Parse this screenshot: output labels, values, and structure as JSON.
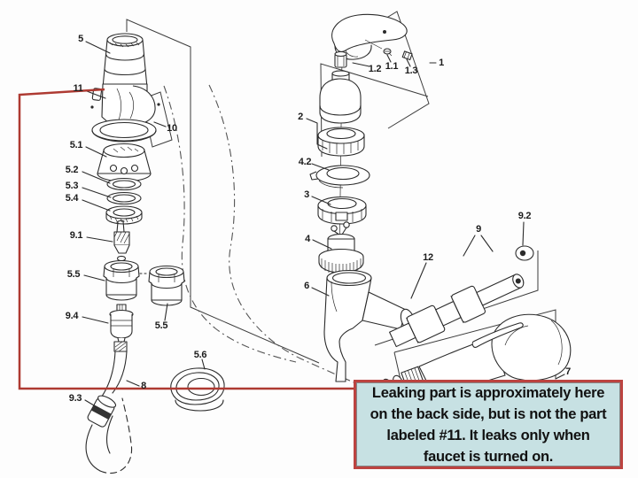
{
  "diagram": {
    "description": "Exploded parts diagram of a single-handle pull-out kitchen faucet",
    "highlight_color": "#ae3a32",
    "labels": [
      {
        "text": "5"
      },
      {
        "text": "11"
      },
      {
        "text": "10"
      },
      {
        "text": "5.1"
      },
      {
        "text": "5.2"
      },
      {
        "text": "5.3"
      },
      {
        "text": "5.4"
      },
      {
        "text": "9.1"
      },
      {
        "text": "5.5"
      },
      {
        "text": "9.4"
      },
      {
        "text": "5.5"
      },
      {
        "text": "5.6"
      },
      {
        "text": "8"
      },
      {
        "text": "9.3"
      },
      {
        "text": "1"
      },
      {
        "text": "1.1"
      },
      {
        "text": "1.2"
      },
      {
        "text": "1.3"
      },
      {
        "text": "2"
      },
      {
        "text": "4.2"
      },
      {
        "text": "3"
      },
      {
        "text": "4"
      },
      {
        "text": "6"
      },
      {
        "text": "12"
      },
      {
        "text": "9"
      },
      {
        "text": "9.2"
      },
      {
        "text": "7"
      }
    ]
  },
  "callout": {
    "background_color": "#c7e1e3",
    "border_color": "#bc4340",
    "lines": [
      "Leaking part is approximately here",
      "on the back side,  but is not the part",
      "labeled #11. It leaks only when",
      "faucet is turned on."
    ]
  }
}
